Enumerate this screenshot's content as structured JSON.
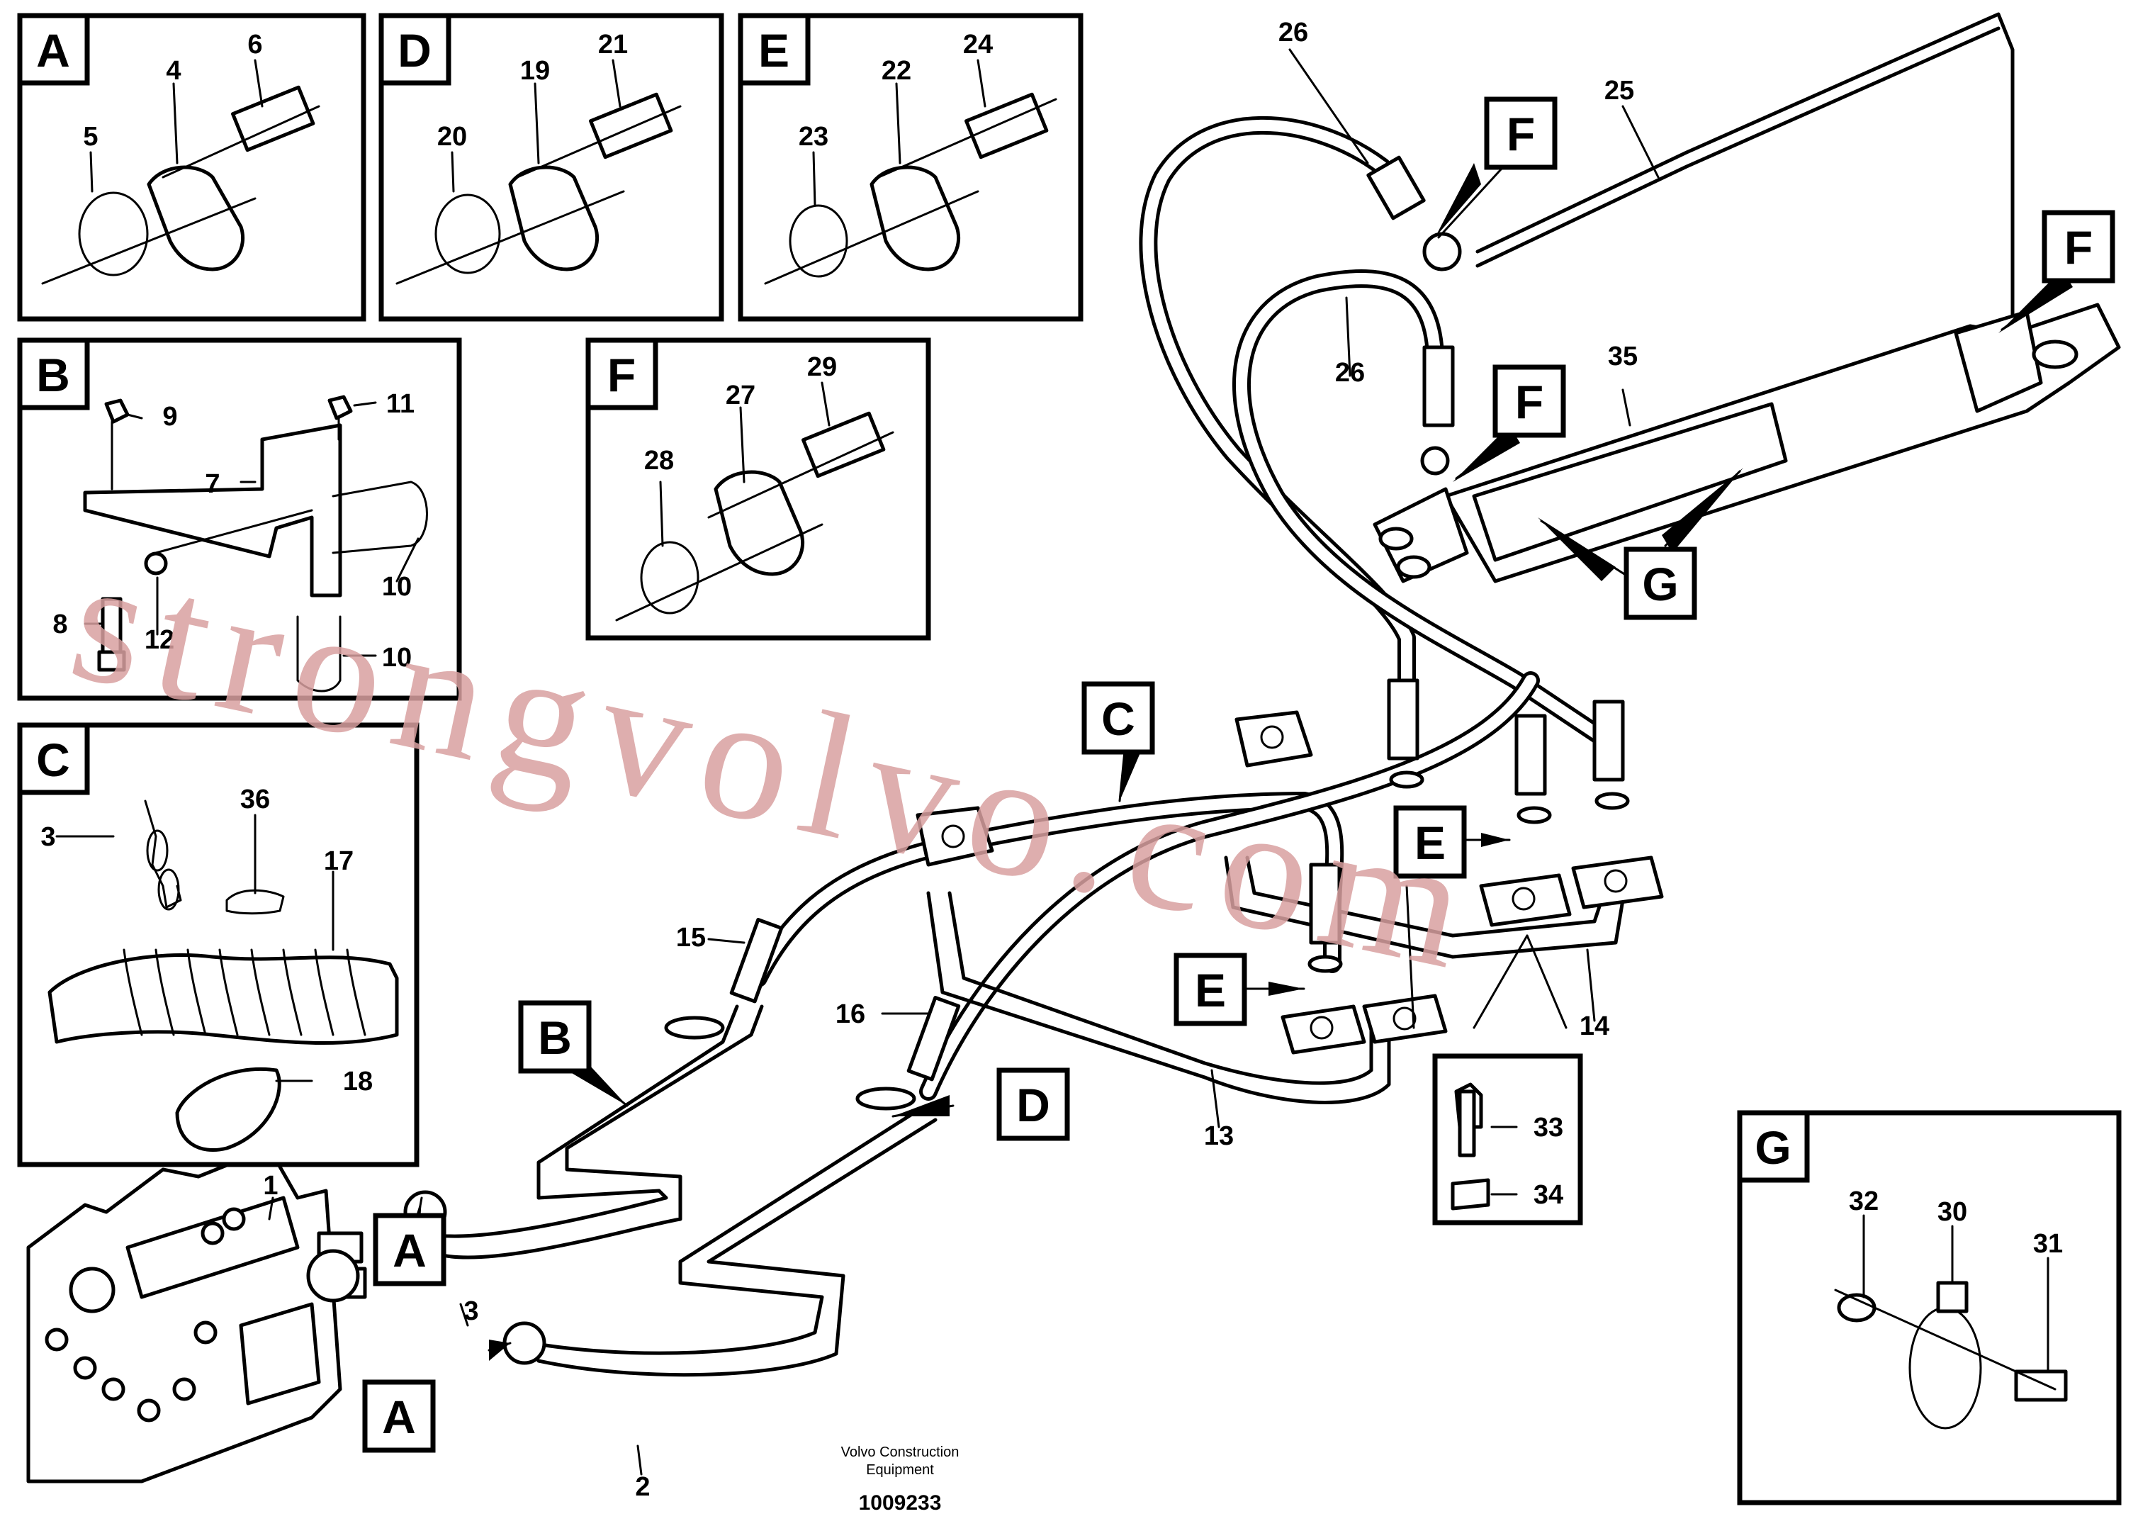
{
  "caption": {
    "line1": "Volvo Construction",
    "line2": "Equipment",
    "number": "1009233"
  },
  "watermark": "strongvolvo.com",
  "detail_boxes": [
    {
      "letter": "A",
      "parts": [
        "4",
        "5",
        "6"
      ]
    },
    {
      "letter": "D",
      "parts": [
        "19",
        "20",
        "21"
      ]
    },
    {
      "letter": "E",
      "parts": [
        "22",
        "23",
        "24"
      ]
    },
    {
      "letter": "B",
      "parts": [
        "9",
        "11",
        "7",
        "8",
        "12",
        "10",
        "10"
      ]
    },
    {
      "letter": "F",
      "parts": [
        "27",
        "28",
        "29"
      ]
    },
    {
      "letter": "C",
      "parts": [
        "3",
        "36",
        "17",
        "18"
      ]
    },
    {
      "letter": "G",
      "parts": [
        "32",
        "30",
        "31"
      ]
    }
  ],
  "main_tags": [
    "F",
    "F",
    "F",
    "G",
    "C",
    "E",
    "E",
    "B",
    "D",
    "A",
    "A"
  ],
  "main_parts": [
    "26",
    "25",
    "26",
    "35",
    "15",
    "16",
    "13",
    "14",
    "33",
    "34",
    "1",
    "3",
    "2"
  ]
}
